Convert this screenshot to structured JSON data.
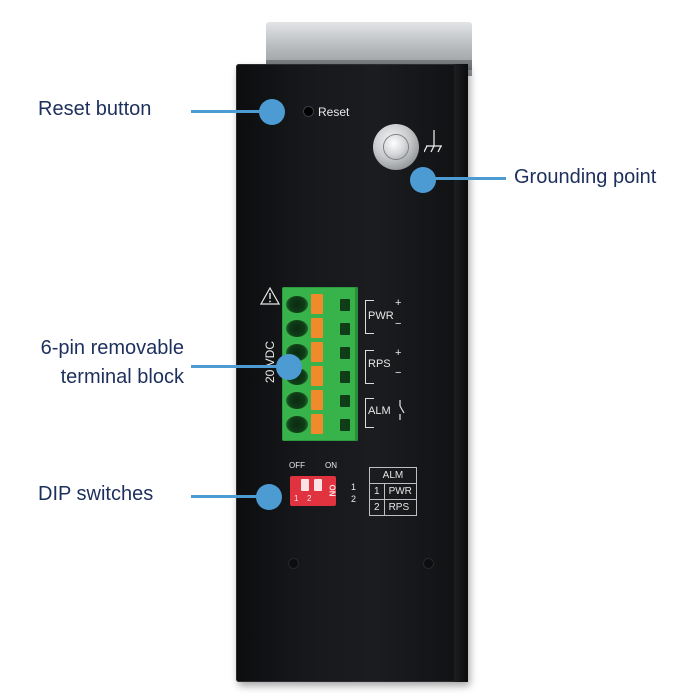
{
  "callouts": {
    "reset": "Reset button",
    "grounding": "Grounding point",
    "terminal_line1": "6-pin removable",
    "terminal_line2": "terminal block",
    "dip": "DIP switches"
  },
  "device": {
    "reset_label": "Reset",
    "voltage_label": "20 VDC",
    "terminal_groups": [
      {
        "label": "PWR",
        "pos": "+",
        "neg": "−"
      },
      {
        "label": "RPS",
        "pos": "+",
        "neg": "−"
      },
      {
        "label": "ALM",
        "pos": "",
        "neg": ""
      }
    ],
    "dip": {
      "off_label": "OFF",
      "on_label": "ON",
      "on_mark": "ON",
      "switch_1": "1",
      "switch_2": "2",
      "row_1": "1",
      "row_2": "2"
    },
    "alm_table": {
      "header": "ALM",
      "rows": [
        {
          "num": "1",
          "name": "PWR"
        },
        {
          "num": "2",
          "name": "RPS"
        }
      ]
    }
  },
  "colors": {
    "accent": "#4c9cd3",
    "label_text": "#1d2f5c",
    "terminal_green": "#38b24a",
    "terminal_orange": "#f08a2a",
    "dip_red": "#e0323f"
  }
}
